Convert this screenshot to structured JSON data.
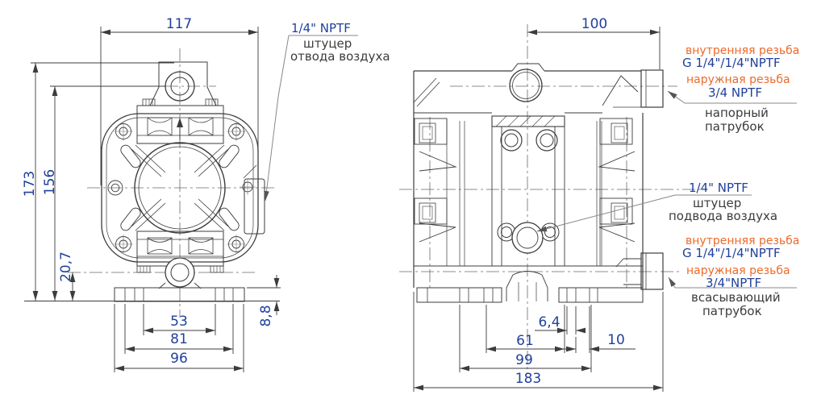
{
  "colors": {
    "dimension_text": "#21409c",
    "thread_value_text": "#21409c",
    "thread_type_text": "#ed6a2c",
    "callout_text": "#3c3c3c",
    "drawing_line": "#3c3c3c"
  },
  "front_view": {
    "dims": {
      "overall_width": "117",
      "height_to_top": "173",
      "height_to_air_port": "156",
      "base_to_port": "20,7",
      "base_plate_thickness": "8,8",
      "slot_spacing_inner": "53",
      "slot_spacing_outer": "81",
      "base_width": "96"
    },
    "air_outlet_callout": {
      "thread": "1/4\" NPTF",
      "line1": "штуцер",
      "line2": "отвода воздуха"
    }
  },
  "side_view": {
    "dims": {
      "center_to_port_end": "100",
      "slot_width": "6,4",
      "slot_spacing_inner": "61",
      "slot_spacing_outer": "99",
      "slot_edge_offset": "10",
      "overall_length": "183"
    },
    "air_inlet_callout": {
      "thread": "1/4\" NPTF",
      "line1": "штуцер",
      "line2": "подвода воздуха"
    },
    "discharge_callout": {
      "internal_thread_label": "внутренняя резьба",
      "internal_thread": "G 1/4\"/1/4\"NPTF",
      "external_thread_label": "наружная резьба",
      "external_thread": "3/4 NPTF",
      "name_line1": "напорный",
      "name_line2": "патрубок"
    },
    "suction_callout": {
      "internal_thread_label": "внутренняя резьба",
      "internal_thread": "G 1/4\"/1/4\"NPTF",
      "external_thread_label": "наружная резьба",
      "external_thread": "3/4\"NPTF",
      "name_line1": "всасывающий",
      "name_line2": "патрубок"
    }
  }
}
